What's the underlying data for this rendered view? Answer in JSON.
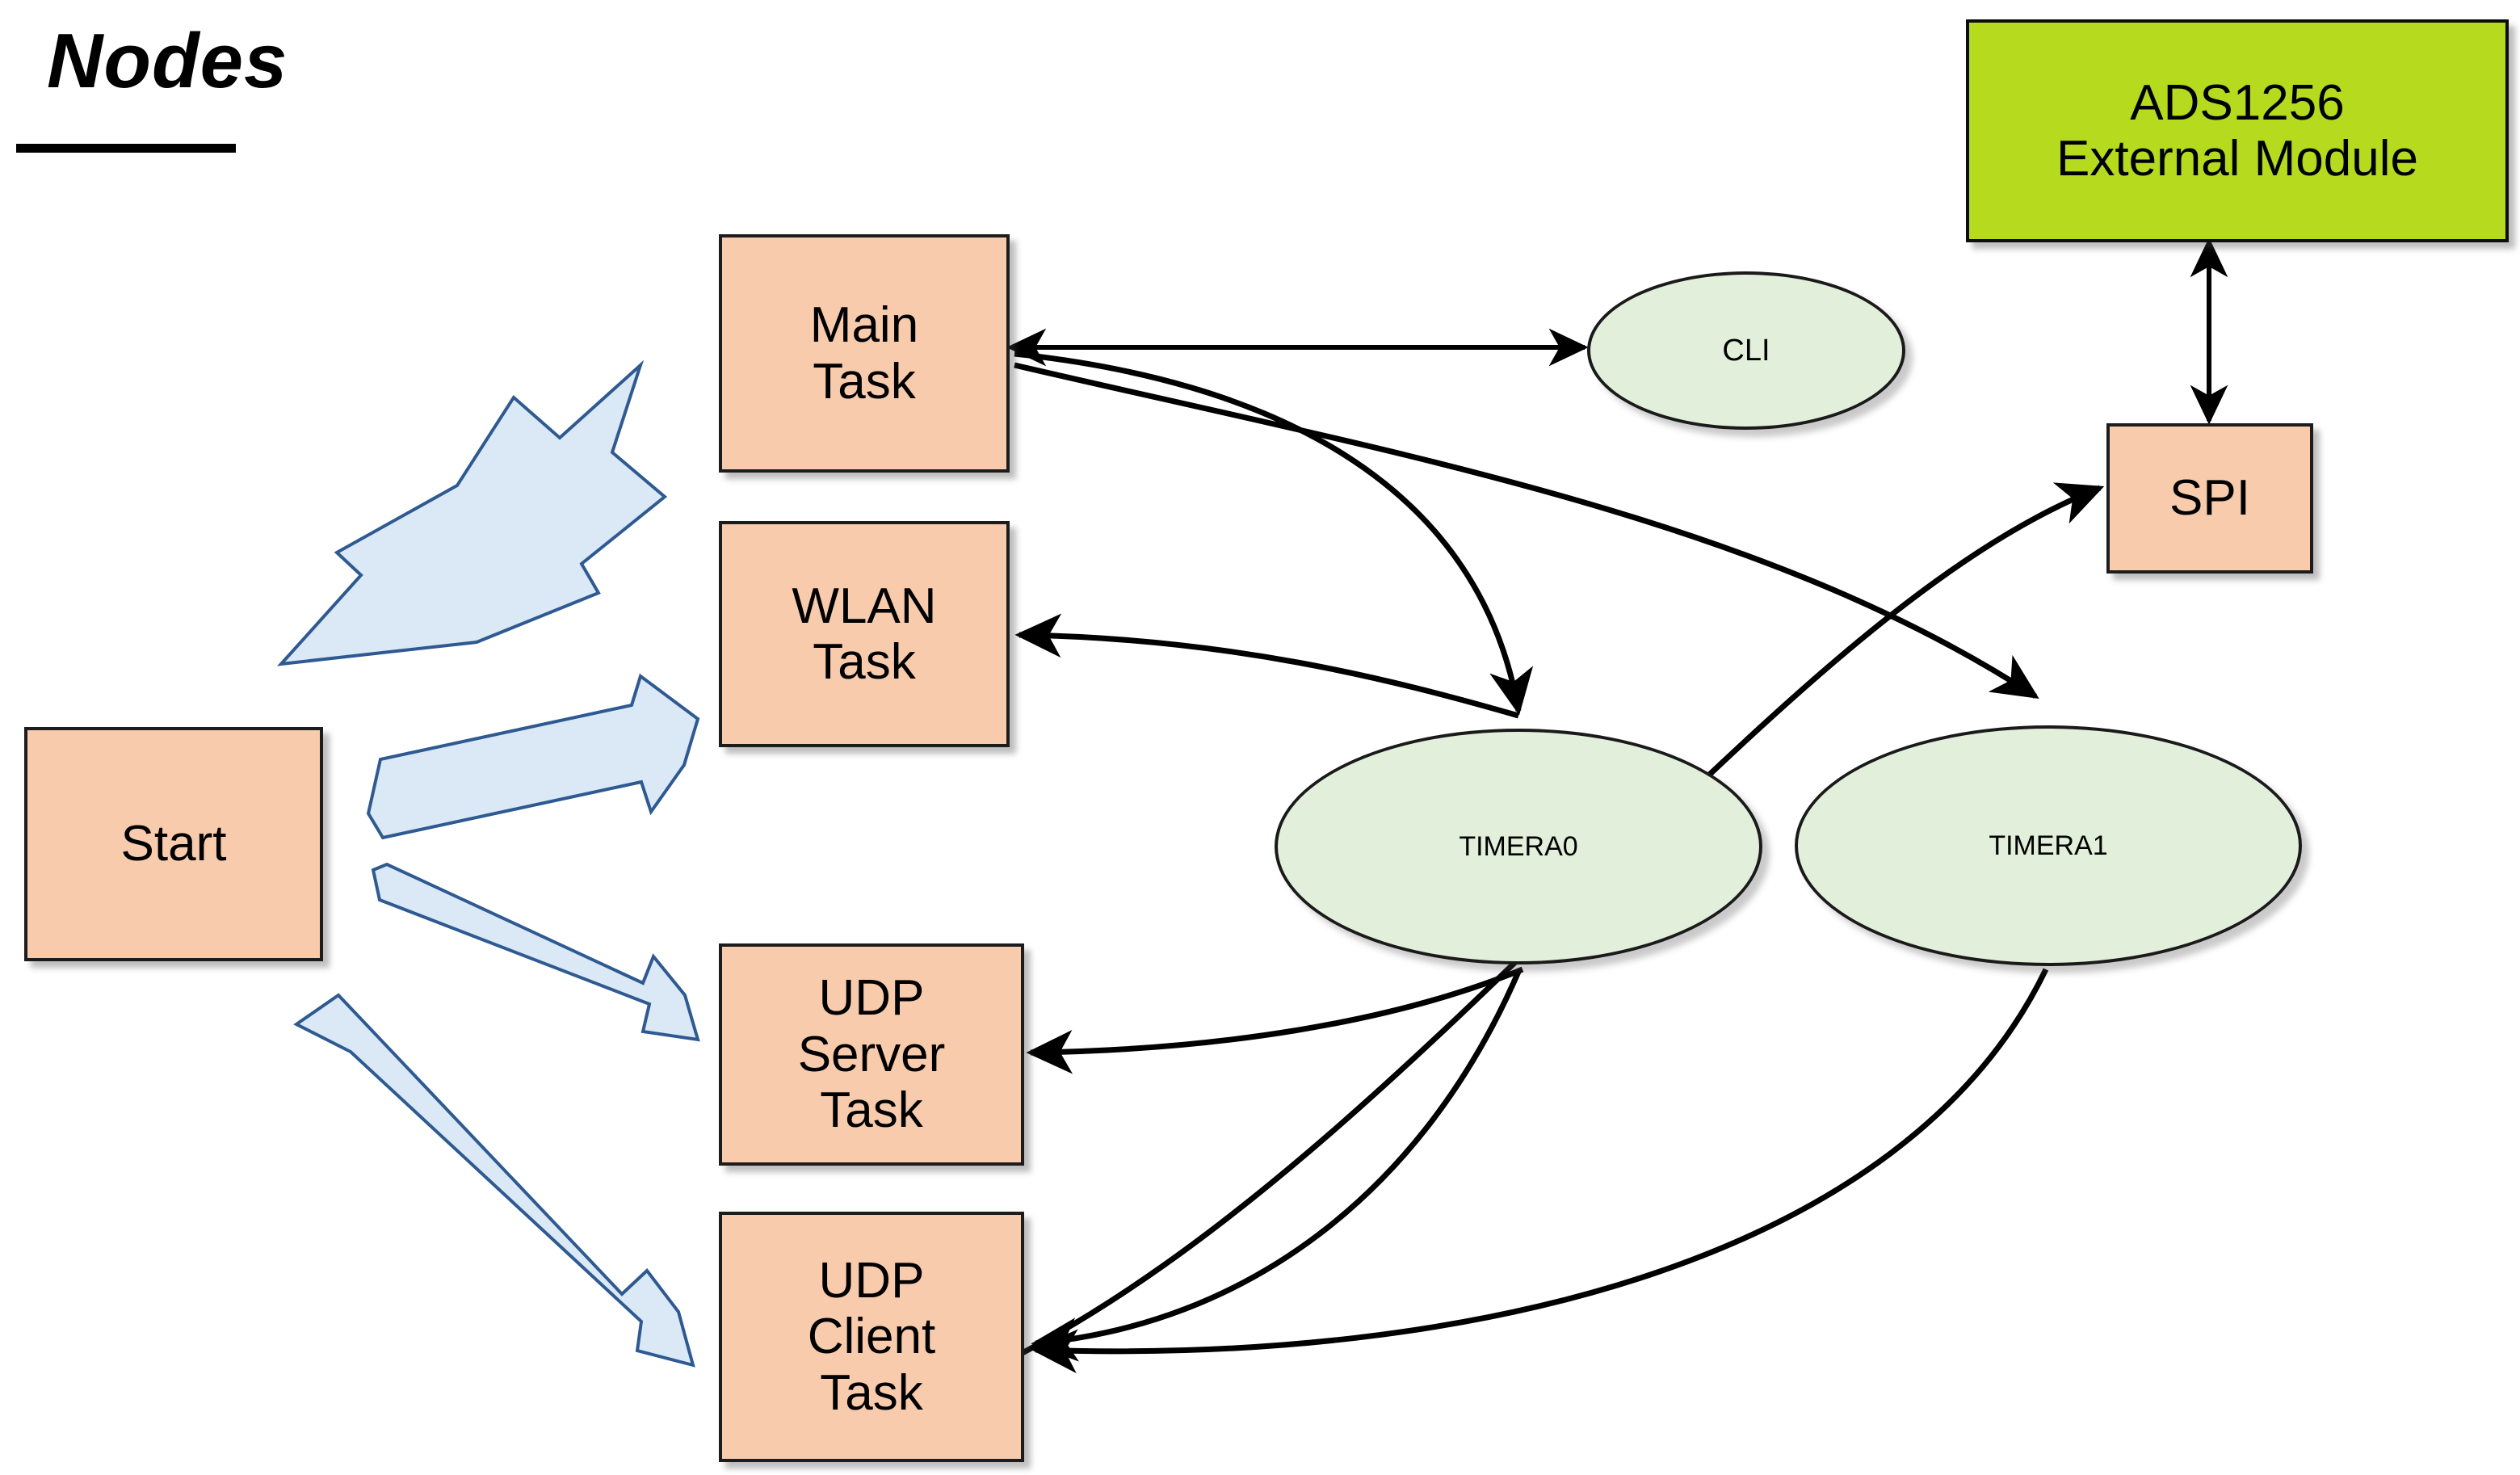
{
  "title": {
    "text": "Nodes"
  },
  "palette": {
    "task_fill": "#f8cbad",
    "task_border": "#1c1c1c",
    "module_fill": "#b5da1e",
    "timer_fill": "#e2efda",
    "block_arrow_fill": "#dbe8f6",
    "block_arrow_border": "#2e5a91",
    "connector_stroke": "#000000",
    "background": "#ffffff"
  },
  "nodes": {
    "start": {
      "label": "Start",
      "shape": "rectangle"
    },
    "main_task": {
      "label": "Main\nTask",
      "shape": "rectangle"
    },
    "wlan_task": {
      "label": "WLAN\nTask",
      "shape": "rectangle"
    },
    "udp_server_task": {
      "label": "UDP\nServer\nTask",
      "shape": "rectangle"
    },
    "udp_client_task": {
      "label": "UDP\nClient\nTask",
      "shape": "rectangle"
    },
    "spi": {
      "label": "SPI",
      "shape": "rectangle"
    },
    "ads1256": {
      "label": "ADS1256\nExternal Module",
      "shape": "rectangle"
    },
    "cli": {
      "label": "CLI",
      "shape": "ellipse"
    },
    "timera0": {
      "label": "TIMERA0",
      "shape": "ellipse"
    },
    "timera1": {
      "label": "TIMERA1",
      "shape": "ellipse"
    }
  },
  "spawn_arrows": [
    {
      "from": "start",
      "to": "main_task",
      "style": "block-arrow",
      "direction": "up-right"
    },
    {
      "from": "start",
      "to": "wlan_task",
      "style": "block-arrow",
      "direction": "up-right"
    },
    {
      "from": "start",
      "to": "udp_server_task",
      "style": "block-arrow",
      "direction": "down-right"
    },
    {
      "from": "start",
      "to": "udp_client_task",
      "style": "block-arrow",
      "direction": "down-right"
    }
  ],
  "connectors": [
    {
      "from": "main_task",
      "to": "cli",
      "arrows": "both",
      "style": "straight"
    },
    {
      "from": "main_task",
      "to": "timera0",
      "arrows": "to",
      "style": "curved"
    },
    {
      "from": "timera0",
      "to": "wlan_task",
      "arrows": "to",
      "style": "curved"
    },
    {
      "from": "main_task",
      "to": "timera1",
      "arrows": "to",
      "style": "curved"
    },
    {
      "from": "timera0",
      "to": "udp_server_task",
      "arrows": "to",
      "style": "curved"
    },
    {
      "from": "timera0",
      "to": "udp_client_task",
      "arrows": "to",
      "style": "curved"
    },
    {
      "from": "timera1",
      "to": "udp_client_task",
      "arrows": "to",
      "style": "curved"
    },
    {
      "from": "udp_client_task",
      "to": "spi",
      "arrows": "to",
      "style": "curved"
    },
    {
      "from": "ads1256",
      "to": "spi",
      "arrows": "both",
      "style": "straight"
    }
  ]
}
